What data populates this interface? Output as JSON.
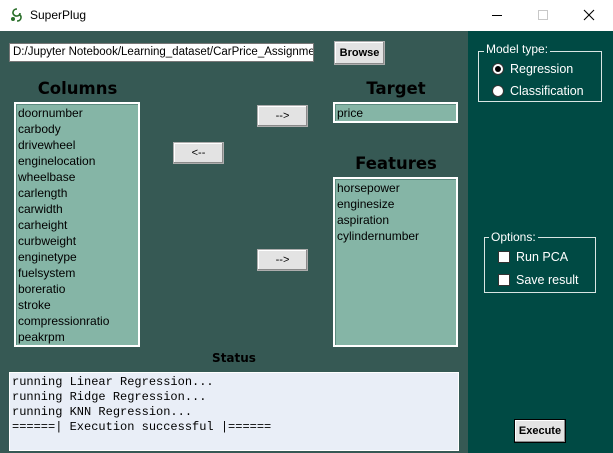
{
  "window": {
    "title": "SuperPlug"
  },
  "path_input": {
    "value": "D:/Jupyter Notebook/Learning_dataset/CarPrice_Assignment.csv"
  },
  "buttons": {
    "browse": "Browse",
    "move_to_target": "-->",
    "move_back": "<--",
    "move_to_features": "-->",
    "execute": "Execute"
  },
  "columns": {
    "title": "Columns",
    "items": [
      "doornumber",
      "carbody",
      "drivewheel",
      "enginelocation",
      "wheelbase",
      "carlength",
      "carwidth",
      "carheight",
      "curbweight",
      "enginetype",
      "fuelsystem",
      "boreratio",
      "stroke",
      "compressionratio",
      "peakrpm"
    ]
  },
  "target": {
    "title": "Target",
    "value": "price"
  },
  "features": {
    "title": "Features",
    "items": [
      "horsepower",
      "enginesize",
      "aspiration",
      "cylindernumber"
    ]
  },
  "status": {
    "title": "Status",
    "lines": [
      "running Linear Regression...",
      "running Ridge Regression...",
      "running KNN Regression...",
      "======| Execution successful |======"
    ]
  },
  "model_type": {
    "legend": "Model type:",
    "options": [
      "Regression",
      "Classification"
    ],
    "selected": "Regression"
  },
  "options": {
    "legend": "Options:",
    "items": [
      "Run PCA",
      "Save result"
    ],
    "checked": []
  },
  "colors": {
    "main_bg": "#365954",
    "side_bg": "#004a44",
    "list_bg": "#85b5a6",
    "status_bg": "#e9eef7"
  }
}
